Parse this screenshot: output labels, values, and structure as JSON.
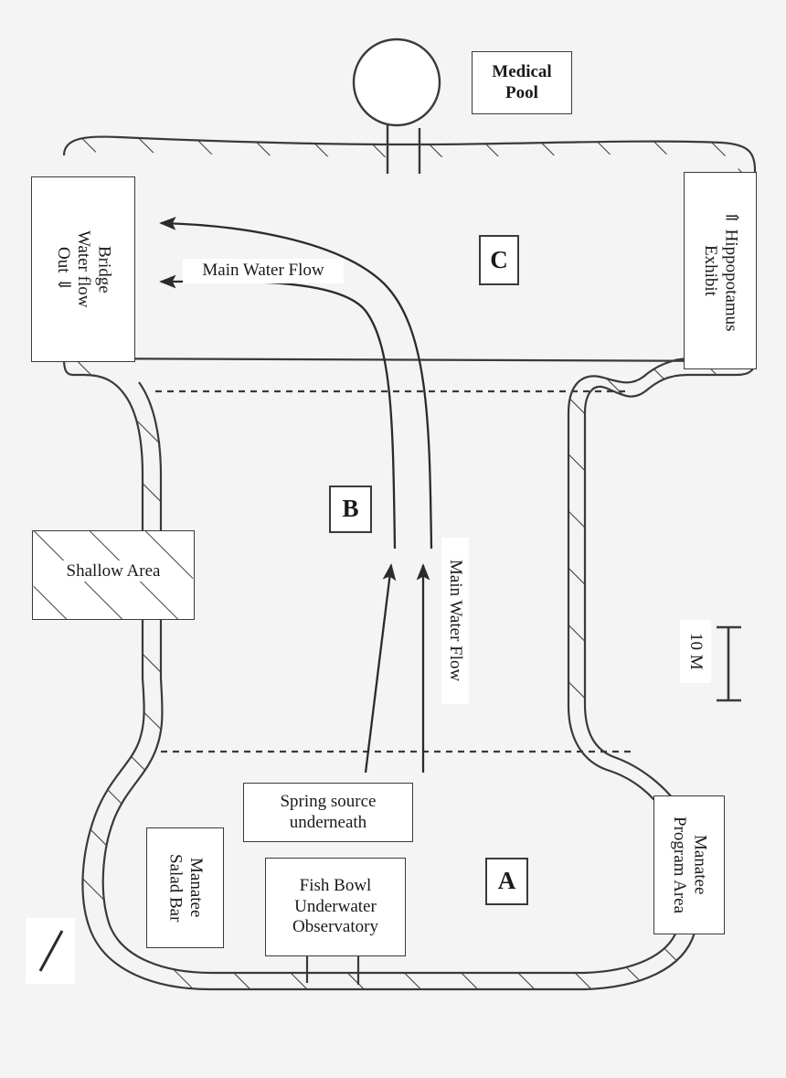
{
  "figure": {
    "kind": "manatee-exhibit-pool-map",
    "background_color": "#f4f4f4",
    "line_color": "#3a3a3a",
    "text_color": "#1a1a1a"
  },
  "labels": {
    "medical_pool": "Medical\nPool",
    "bridge": "Bridge\nWater flow\nOut ⇓",
    "hippopotamus": "⇑ Hippopotamus\nExhibit",
    "main_water_flow_horizontal": "Main Water Flow",
    "main_water_flow_vertical": "Main Water Flow",
    "shallow_area": "Shallow Area",
    "spring_source": "Spring source\nunderneath",
    "fish_bowl": "Fish Bowl\nUnderwater\nObservatory",
    "manatee_salad_bar": "Manatee\nSalad Bar",
    "manatee_program_area": "Manatee\nProgram Area",
    "scale": "10 M",
    "zone_a": "A",
    "zone_b": "B",
    "zone_c": "C"
  },
  "zones": [
    {
      "id": "A",
      "label": "A"
    },
    {
      "id": "B",
      "label": "B"
    },
    {
      "id": "C",
      "label": "C"
    }
  ],
  "legend": {
    "hatch_key_meaning": "Shallow Area",
    "hatch_key_glyph": "/"
  },
  "scale_bar": {
    "value": "10 M",
    "orientation": "vertical"
  },
  "flow_arrows": [
    {
      "name": "upper-outflow-arrow",
      "direction": "left",
      "label": ""
    },
    {
      "name": "lower-outflow-arrow",
      "direction": "left",
      "label": "Main Water Flow"
    },
    {
      "name": "spring-upflow-arrow-left",
      "direction": "up",
      "label": ""
    },
    {
      "name": "spring-upflow-arrow-right",
      "direction": "up",
      "label": "Main Water Flow"
    }
  ]
}
